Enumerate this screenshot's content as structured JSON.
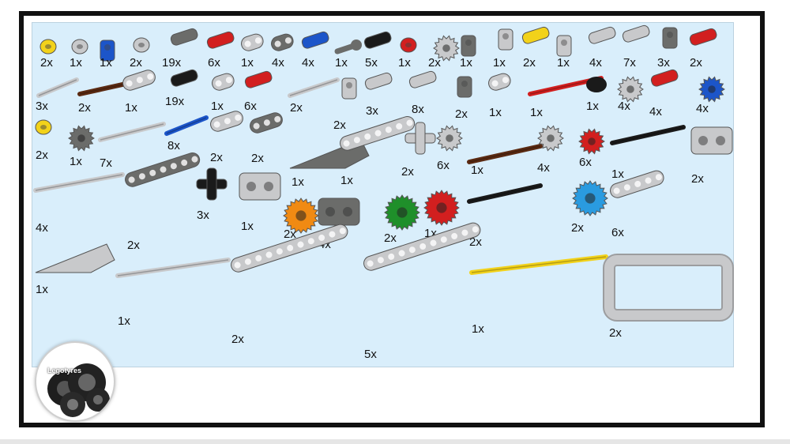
{
  "logo_text": "Legotyres",
  "colors": {
    "panel_bg": "#d9eefb",
    "light_gray": "#c8c9cb",
    "dark_gray": "#6b6c6a",
    "red": "#d21f1f",
    "blue": "#1c55c9",
    "yellow": "#f2d21a",
    "black": "#1a1a1a",
    "brown": "#5a2a12",
    "green": "#1f8f2a",
    "orange": "#f08a13",
    "azure": "#2a9be0"
  },
  "parts": [
    {
      "qty": "2x",
      "icon": "bush-yellow-icon"
    },
    {
      "qty": "1x",
      "icon": "bush-gray-icon"
    },
    {
      "qty": "1x",
      "icon": "connector-blue-icon"
    },
    {
      "qty": "2x",
      "icon": "bush-gray-icon"
    },
    {
      "qty": "19x",
      "icon": "pin-dark-gray-icon"
    },
    {
      "qty": "6x",
      "icon": "pin-red-icon"
    },
    {
      "qty": "1x",
      "icon": "beam-2-light-icon"
    },
    {
      "qty": "4x",
      "icon": "beam-2-dark-icon"
    },
    {
      "qty": "4x",
      "icon": "pin-blue-icon"
    },
    {
      "qty": "1x",
      "icon": "ball-pin-icon"
    },
    {
      "qty": "5x",
      "icon": "pin-black-icon"
    },
    {
      "qty": "1x",
      "icon": "bush-red-icon"
    },
    {
      "qty": "2x",
      "icon": "gear-8-icon"
    },
    {
      "qty": "1x",
      "icon": "connector-dark-icon"
    },
    {
      "qty": "1x",
      "icon": "connector-light-icon"
    },
    {
      "qty": "2x",
      "icon": "pin-yellow-icon"
    },
    {
      "qty": "1x",
      "icon": "connector-light-icon"
    },
    {
      "qty": "4x",
      "icon": "pin-light-icon"
    },
    {
      "qty": "7x",
      "icon": "pin-light-icon"
    },
    {
      "qty": "3x",
      "icon": "connector-dark-icon"
    },
    {
      "qty": "2x",
      "icon": "pin-red-icon"
    },
    {
      "qty": "3x",
      "icon": "axle-3-icon"
    },
    {
      "qty": "2x",
      "icon": "axle-brown-icon"
    },
    {
      "qty": "1x",
      "icon": "beam-3-light-icon"
    },
    {
      "qty": "19x",
      "icon": "pin-black-icon"
    },
    {
      "qty": "1x",
      "icon": "beam-2-light-icon"
    },
    {
      "qty": "6x",
      "icon": "pin-red-icon"
    },
    {
      "qty": "2x",
      "icon": "axle-pin-icon"
    },
    {
      "qty": "2x",
      "icon": "connector-light-icon"
    },
    {
      "qty": "3x",
      "icon": "pin-light-icon"
    },
    {
      "qty": "8x",
      "icon": "pin-light-icon"
    },
    {
      "qty": "2x",
      "icon": "connector-dark-icon"
    },
    {
      "qty": "1x",
      "icon": "beam-2-light-icon"
    },
    {
      "qty": "1x",
      "icon": "axle-red-icon"
    },
    {
      "qty": "1x",
      "icon": "round-tile-black-icon"
    },
    {
      "qty": "4x",
      "icon": "turntable-gray-icon"
    },
    {
      "qty": "4x",
      "icon": "pin-red-icon"
    },
    {
      "qty": "4x",
      "icon": "gear-blue-icon"
    },
    {
      "qty": "2x",
      "icon": "bush-yellow-icon"
    },
    {
      "qty": "1x",
      "icon": "gear-dark-icon"
    },
    {
      "qty": "7x",
      "icon": "axle-4-icon"
    },
    {
      "qty": "8x",
      "icon": "axle-blue-icon"
    },
    {
      "qty": "2x",
      "icon": "beam-3-light-icon"
    },
    {
      "qty": "2x",
      "icon": "beam-3-dark-icon"
    },
    {
      "qty": "1x",
      "icon": "beam-l-dark-icon"
    },
    {
      "qty": "1x",
      "icon": "beam-7-light-icon"
    },
    {
      "qty": "2x",
      "icon": "cross-connector-icon"
    },
    {
      "qty": "6x",
      "icon": "gear-light-icon"
    },
    {
      "qty": "1x",
      "icon": "axle-brown-icon"
    },
    {
      "qty": "4x",
      "icon": "driving-ring-icon"
    },
    {
      "qty": "6x",
      "icon": "gear-red-small-icon"
    },
    {
      "qty": "1x",
      "icon": "axle-black-icon"
    },
    {
      "qty": "2x",
      "icon": "connector-block-icon"
    },
    {
      "qty": "4x",
      "icon": "axle-6-icon"
    },
    {
      "qty": "2x",
      "icon": "beam-7-dark-icon"
    },
    {
      "qty": "3x",
      "icon": "x-connector-black-icon"
    },
    {
      "qty": "1x",
      "icon": "connector-block-icon"
    },
    {
      "qty": "2x",
      "icon": "gear-orange-icon"
    },
    {
      "qty": "4x",
      "icon": "dark-block-icon"
    },
    {
      "qty": "2x",
      "icon": "gear-green-icon"
    },
    {
      "qty": "1x",
      "icon": "gear-red-large-icon"
    },
    {
      "qty": "2x",
      "icon": "axle-black-icon"
    },
    {
      "qty": "2x",
      "icon": "gear-azure-icon"
    },
    {
      "qty": "6x",
      "icon": "beam-5-light-icon"
    },
    {
      "qty": "1x",
      "icon": "beam-l-light-icon"
    },
    {
      "qty": "1x",
      "icon": "axle-8-icon"
    },
    {
      "qty": "2x",
      "icon": "beam-11-light-icon"
    },
    {
      "qty": "5x",
      "icon": "beam-11-light-icon"
    },
    {
      "qty": "1x",
      "icon": "axle-yellow-icon"
    },
    {
      "qty": "2x",
      "icon": "frame-light-icon"
    }
  ]
}
